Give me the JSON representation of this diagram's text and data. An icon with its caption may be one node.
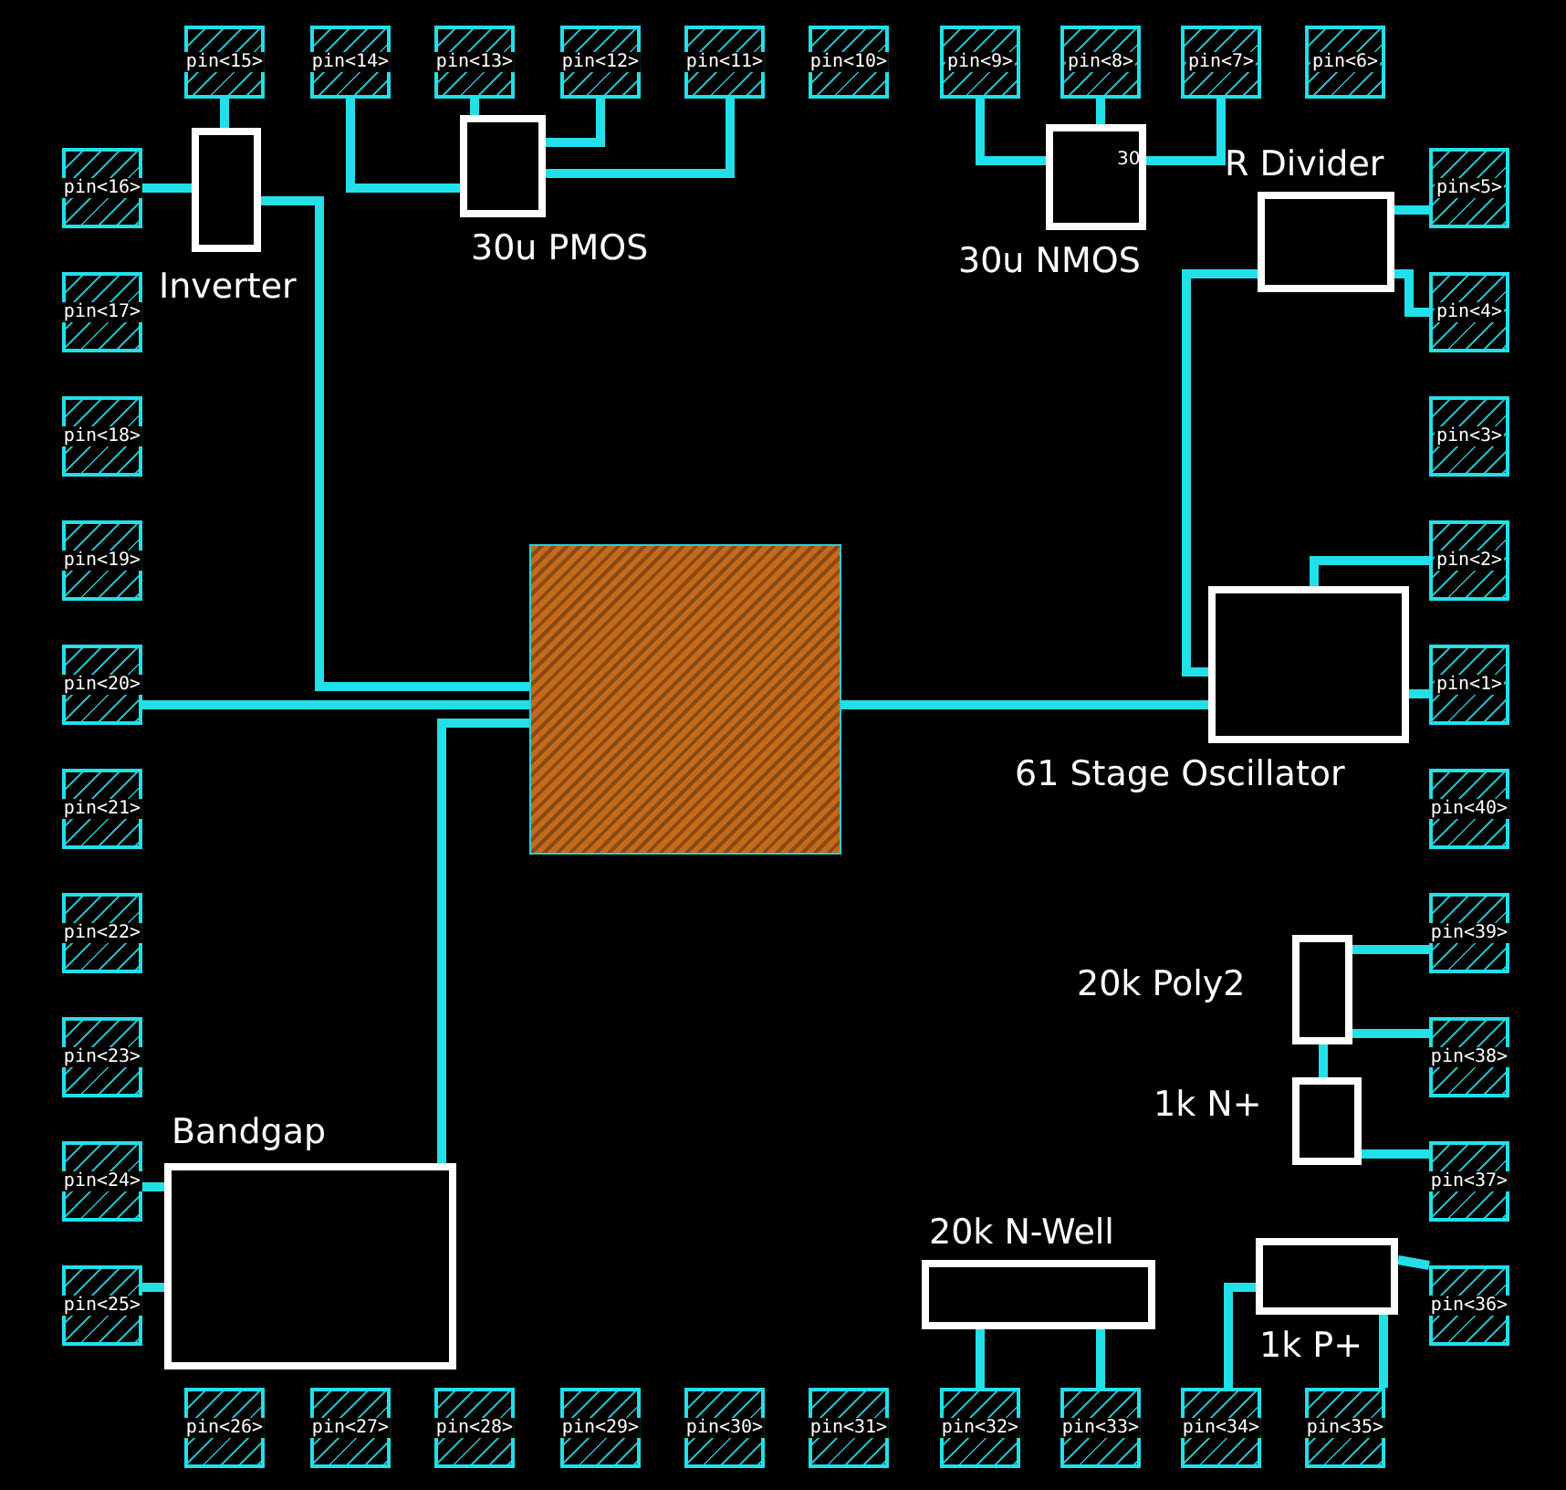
{
  "diagram": {
    "nodes": [
      {
        "text": [
          "pin<15>"
        ]
      },
      {
        "text": [
          "pin<14>"
        ]
      },
      {
        "text": [
          "pin<13>"
        ]
      },
      {
        "text": [
          "pin<12>"
        ]
      },
      {
        "text": [
          "pin<11>"
        ]
      },
      {
        "text": [
          "pin<10>"
        ]
      },
      {
        "text": [
          "pin<9>"
        ]
      },
      {
        "text": [
          "pin<8>"
        ]
      },
      {
        "text": [
          "pin<7>"
        ]
      },
      {
        "text": [
          "pin<6>"
        ]
      },
      {
        "text": [
          "pin<16>"
        ]
      },
      {
        "text": [
          "pin<17>"
        ]
      },
      {
        "text": [
          "pin<18>"
        ]
      },
      {
        "text": [
          "pin<19>"
        ]
      },
      {
        "text": [
          "pin<20>"
        ]
      },
      {
        "text": [
          "pin<21>"
        ]
      },
      {
        "text": [
          "pin<22>"
        ]
      },
      {
        "text": [
          "pin<23>"
        ]
      },
      {
        "text": [
          "pin<24>"
        ]
      },
      {
        "text": [
          "pin<25>"
        ]
      },
      {
        "text": [
          "pin<5>"
        ]
      },
      {
        "text": [
          "pin<4>"
        ]
      },
      {
        "text": [
          "pin<3>"
        ]
      },
      {
        "text": [
          "pin<2>"
        ]
      },
      {
        "text": [
          "pin<1>"
        ]
      },
      {
        "text": [
          "pin<40>"
        ]
      },
      {
        "text": [
          "pin<39>"
        ]
      },
      {
        "text": [
          "pin<38>"
        ]
      },
      {
        "text": [
          "pin<37>"
        ]
      },
      {
        "text": [
          "pin<36>"
        ]
      },
      {
        "text": [
          "pin<26>"
        ]
      },
      {
        "text": [
          "pin<27>"
        ]
      },
      {
        "text": [
          "pin<28>"
        ]
      },
      {
        "text": [
          "pin<29>"
        ]
      },
      {
        "text": [
          "pin<30>"
        ]
      },
      {
        "text": [
          "pin<31>"
        ]
      },
      {
        "text": [
          "pin<32>"
        ]
      },
      {
        "text": [
          "pin<33>"
        ]
      },
      {
        "text": [
          "pin<34>"
        ]
      },
      {
        "text": [
          "pin<35>"
        ]
      },
      {
        "text": [
          "Inverter"
        ]
      },
      {
        "text": [
          "30u PMOS"
        ]
      },
      {
        "text": [
          "30u NMOS"
        ]
      },
      {
        "text": [
          "R Divider"
        ]
      },
      {
        "text": [],
        "shape": "box"
      },
      {
        "text": [
          "61 Stage Oscillator"
        ]
      },
      {
        "text": [
          "20k Poly2"
        ]
      },
      {
        "text": [
          "1k N+"
        ]
      },
      {
        "text": [
          "20k N-Well"
        ]
      },
      {
        "text": [
          "1k P+"
        ]
      },
      {
        "text": [
          "Bandgap"
        ]
      }
    ],
    "edges": [
      {
        "from": 10,
        "to": 40,
        "arrow": "none"
      },
      {
        "from": 0,
        "to": 40,
        "arrow": "none"
      },
      {
        "from": 1,
        "to": 41,
        "arrow": "none"
      },
      {
        "from": 2,
        "to": 41,
        "arrow": "none"
      },
      {
        "from": 3,
        "to": 41,
        "arrow": "none"
      },
      {
        "from": 4,
        "to": 41,
        "arrow": "none"
      },
      {
        "from": 6,
        "to": 42,
        "arrow": "none"
      },
      {
        "from": 7,
        "to": 42,
        "arrow": "none"
      },
      {
        "from": 8,
        "to": 42,
        "arrow": "none"
      },
      {
        "from": 20,
        "to": 43,
        "arrow": "none"
      },
      {
        "from": 21,
        "to": 43,
        "arrow": "none"
      },
      {
        "from": 43,
        "to": 45,
        "arrow": "none"
      },
      {
        "from": 40,
        "to": 44,
        "arrow": "none"
      },
      {
        "from": 14,
        "to": 44,
        "arrow": "none"
      },
      {
        "from": 44,
        "to": 45,
        "arrow": "none"
      },
      {
        "from": 44,
        "to": 50,
        "arrow": "none"
      },
      {
        "from": 23,
        "to": 45,
        "arrow": "none"
      },
      {
        "from": 24,
        "to": 45,
        "arrow": "none"
      },
      {
        "from": 26,
        "to": 46,
        "arrow": "none"
      },
      {
        "from": 27,
        "to": 46,
        "arrow": "none"
      },
      {
        "from": 46,
        "to": 47,
        "arrow": "none"
      },
      {
        "from": 28,
        "to": 47,
        "arrow": "none"
      },
      {
        "from": 29,
        "to": 49,
        "arrow": "none"
      },
      {
        "from": 36,
        "to": 48,
        "arrow": "none"
      },
      {
        "from": 37,
        "to": 48,
        "arrow": "none"
      },
      {
        "from": 38,
        "to": 49,
        "arrow": "none"
      },
      {
        "from": 39,
        "to": 49,
        "arrow": "none"
      },
      {
        "from": 18,
        "to": 50,
        "arrow": "none"
      },
      {
        "from": 19,
        "to": 50,
        "arrow": "none"
      }
    ],
    "labels": [
      "30"
    ]
  }
}
